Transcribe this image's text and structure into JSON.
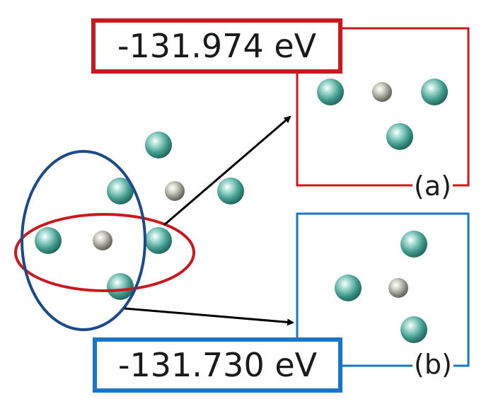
{
  "panels": {
    "a": {
      "energy": "-131.974 eV",
      "tag": "(a)"
    },
    "b": {
      "energy": "-131.730 eV",
      "tag": "(b)"
    }
  },
  "colors": {
    "red": "#c8191e",
    "blue": "#1b75c5",
    "ellipse_blue": "#1a4a8a",
    "large_atom": "#3f9a8c",
    "small_atom": "#8a8a80"
  }
}
